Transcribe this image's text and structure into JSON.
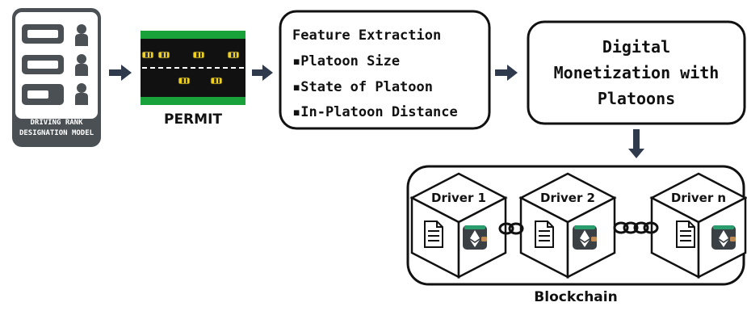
{
  "rank_model": {
    "caption_line1": "DRIVING RANK",
    "caption_line2": "DESIGNATION MODEL"
  },
  "permit": {
    "label": "PERMIT"
  },
  "features": {
    "title": "Feature Extraction",
    "items": [
      "▪Platoon Size",
      "▪State of Platoon",
      "▪In-Platoon Distance"
    ]
  },
  "monetization": {
    "lines": [
      "Digital",
      "Monetization with",
      "Platoons"
    ]
  },
  "blockchain": {
    "label": "Blockchain",
    "drivers": [
      "Driver 1",
      "Driver 2",
      "Driver n"
    ]
  },
  "icons": [
    "person-icon",
    "road-icon",
    "car-icon",
    "arrow-icon",
    "document-icon",
    "ethereum-icon",
    "wallet-icon",
    "chain-link-icon"
  ],
  "colors": {
    "panel": "#4b5055",
    "road": "#111111",
    "grass": "#19a23a",
    "car": "#f2d21b",
    "arrow": "#2f3a4d"
  }
}
